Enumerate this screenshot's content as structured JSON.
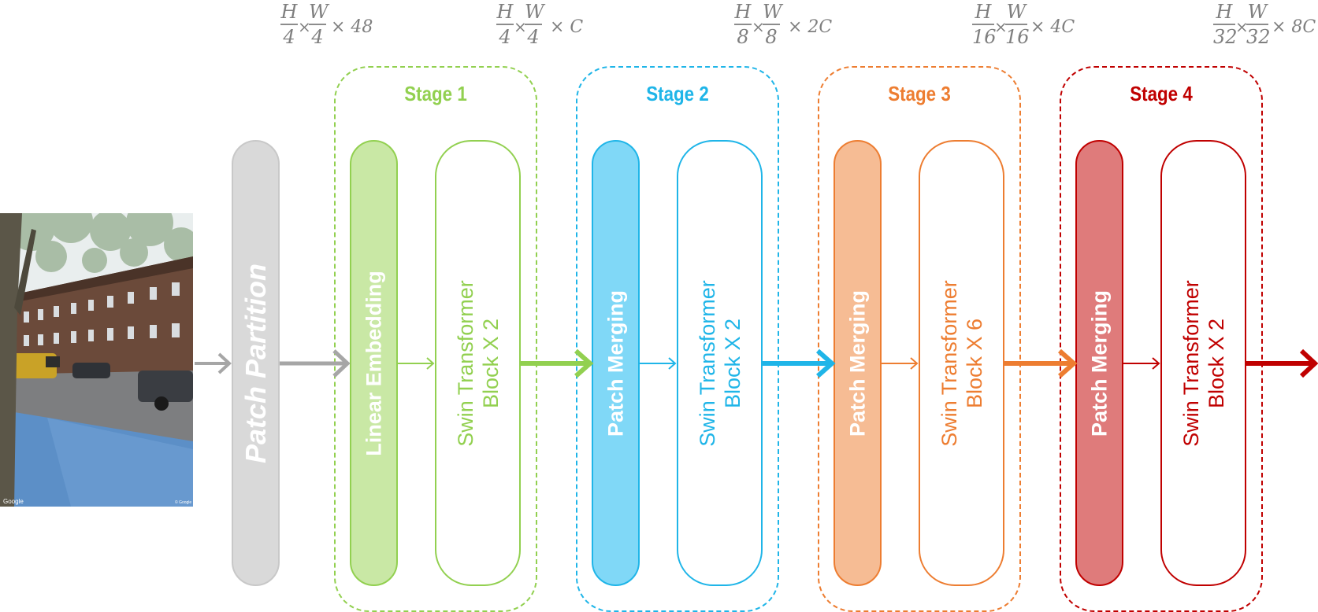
{
  "photo": {
    "watermark_left": "Google",
    "watermark_right": "© Google"
  },
  "patch_partition": {
    "label": "Patch Partition",
    "color": "#d9d9d9",
    "dims": {
      "num1": "H",
      "den1": "4",
      "num2": "W",
      "den2": "4",
      "times": "×",
      "mult": "× 48"
    }
  },
  "stages": [
    {
      "title": "Stage 1",
      "color": "#92d050",
      "fill": "#c9e8a5",
      "first_block": "Linear Embedding",
      "swin_line1": "Swin Transformer",
      "swin_line2": "Block X 2",
      "dims": {
        "num1": "H",
        "den1": "4",
        "num2": "W",
        "den2": "4",
        "times": "×",
        "mult": "× C"
      }
    },
    {
      "title": "Stage 2",
      "color": "#1fb5e8",
      "fill": "#80d8f7",
      "first_block": "Patch Merging",
      "swin_line1": "Swin Transformer",
      "swin_line2": "Block X 2",
      "dims": {
        "num1": "H",
        "den1": "8",
        "num2": "W",
        "den2": "8",
        "times": "×",
        "mult": "× 2C"
      }
    },
    {
      "title": "Stage 3",
      "color": "#ed7d31",
      "fill": "#f6bc94",
      "first_block": "Patch Merging",
      "swin_line1": "Swin Transformer",
      "swin_line2": "Block X 6",
      "dims": {
        "num1": "H",
        "den1": "16",
        "num2": "W",
        "den2": "16",
        "times": "×",
        "mult": "× 4C"
      }
    },
    {
      "title": "Stage 4",
      "color": "#c00000",
      "fill": "#df7b7b",
      "first_block": "Patch Merging",
      "swin_line1": "Swin Transformer",
      "swin_line2": "Block X 2",
      "dims": {
        "num1": "H",
        "den1": "32",
        "num2": "W",
        "den2": "32",
        "times": "×",
        "mult": "× 8C"
      }
    }
  ],
  "arrow_gray": "#a6a6a6"
}
